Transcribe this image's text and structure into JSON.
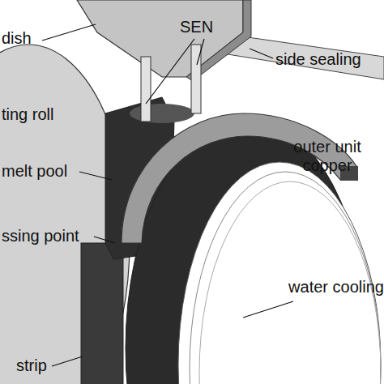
{
  "diagram": {
    "labels": [
      "dish",
      "SEN",
      "side sealing",
      "ting roll",
      "outer unit copper",
      "melt pool",
      "ssing point",
      "water cooling",
      "strip"
    ]
  }
}
